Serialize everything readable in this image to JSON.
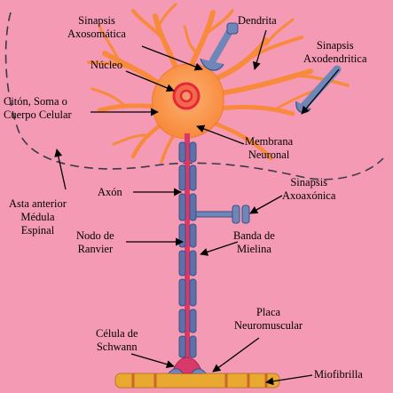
{
  "colors": {
    "background": "#F49AB5",
    "neuron": "#F88A3C",
    "neuron_light": "#F9A960",
    "nucleus": "#E8263A",
    "axon_core": "#D9386A",
    "myelin": "#5E72A8",
    "synapse_terminal": "#6F86B8",
    "muscle_fiber": "#E9A830",
    "dashed_outline": "#3A3A4A",
    "arrow": "#000000"
  },
  "labels": {
    "sinapsis_axosomatica": [
      "Sinapsis",
      "Axosomática"
    ],
    "dendrita": [
      "Dendrita"
    ],
    "sinapsis_axodendritica": [
      "Sinapsis",
      "Axodendritica"
    ],
    "nucleo": [
      "Núcleo"
    ],
    "citon": [
      "Citón, Soma o",
      "Cuerpo Celular"
    ],
    "membrana_neuronal": [
      "Membrana",
      "Neuronal"
    ],
    "axon": [
      "Axón"
    ],
    "sinapsis_axoaxonica": [
      "Sinapsis",
      "Axoaxónica"
    ],
    "asta_anterior": [
      "Asta anterior",
      "Médula",
      "Espinal"
    ],
    "nodo_ranvier": [
      "Nodo de",
      "Ranvier"
    ],
    "banda_mielina": [
      "Banda de",
      "Mielina"
    ],
    "placa_neuromuscular": [
      "Placa",
      "Neuromuscular"
    ],
    "celula_schwann": [
      "Célula de",
      "Schwann"
    ],
    "miofibrilla": [
      "Miofibrilla"
    ]
  },
  "icons": {
    "neuron": "neuron-illustration",
    "arrow": "pointer-arrow"
  }
}
